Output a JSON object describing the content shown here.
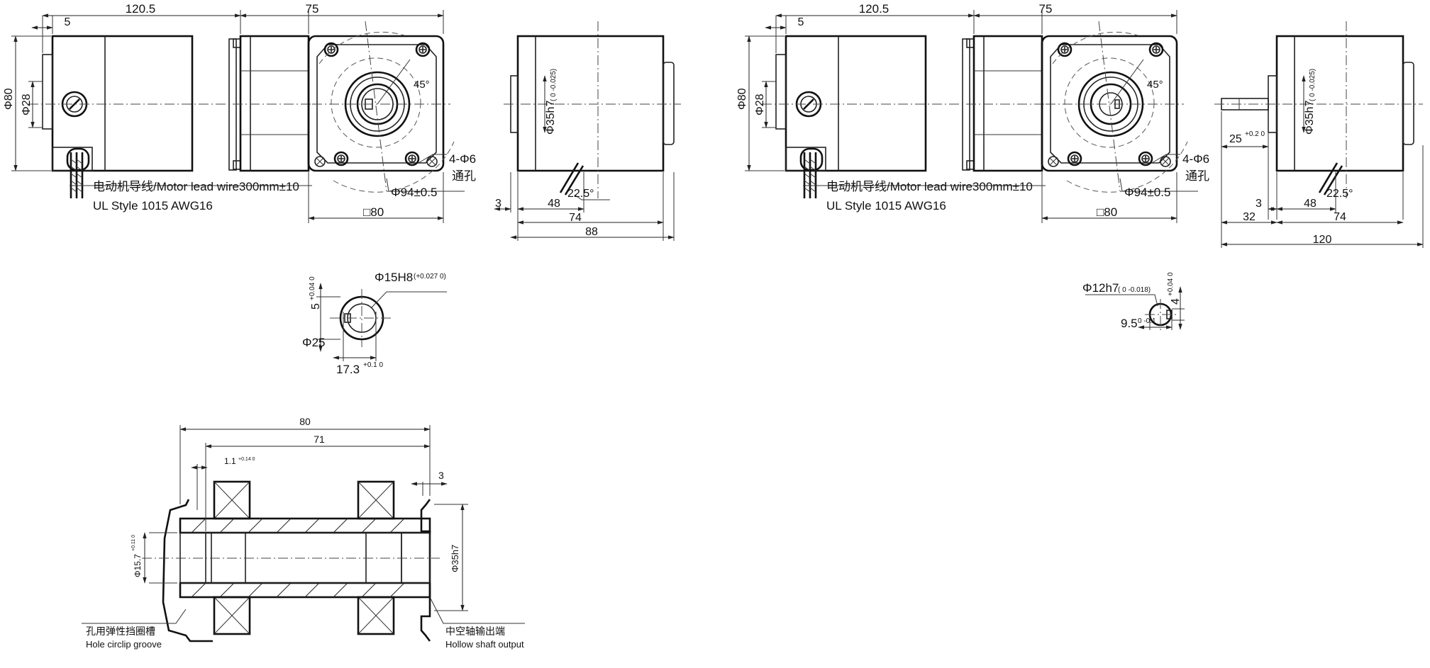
{
  "dims": {
    "len_120_5": "120.5",
    "len_75": "75",
    "len_5": "5",
    "dia_80": "Φ80",
    "dia_28": "Φ28",
    "angle_45": "45°",
    "holes": "4-Φ6",
    "through_hole": "通孔",
    "bolt_circle": "Φ94±0.5",
    "square_80": "□80",
    "hub": "Φ35h7",
    "hub_tol": "( 0 -0.025)",
    "len_3": "3",
    "len_48": "48",
    "angle_22_5": "22.5°",
    "len_74": "74",
    "len_88": "88",
    "len_25": "25",
    "tol_25": "+0.2 0",
    "len_32": "32",
    "len_120": "120"
  },
  "lead_wire": {
    "label_1": "电动机导线/Motor lead wire300mm±10",
    "label_2": "UL Style 1015 AWG16"
  },
  "hollow_section": {
    "bore": "Φ15H8",
    "bore_tol": "(+0.027 0)",
    "key_h": "5",
    "key_h_tol": "+0.04 0",
    "outer": "Φ25",
    "key_d": "17.3",
    "key_d_tol": "+0.1 0"
  },
  "solid_section": {
    "shaft": "Φ12h7",
    "shaft_tol": "( 0 -0.018)",
    "key_w": "4",
    "key_w_tol": "+0.04 0",
    "flat": "9.5",
    "flat_tol": "0 -0.1"
  },
  "shaft_section": {
    "len_80": "80",
    "len_71": "71",
    "groove_w": "1.1",
    "groove_tol": "+0.14 0",
    "len_3": "3",
    "groove_dia": "Φ15.7",
    "groove_dia_tol": "+0.11 0",
    "hub": "Φ35h7",
    "circlip_cn": "孔用弹性挡圈槽",
    "circlip_en": "Hole circlip groove",
    "output_cn": "中空轴输出端",
    "output_en": "Hollow shaft output"
  }
}
